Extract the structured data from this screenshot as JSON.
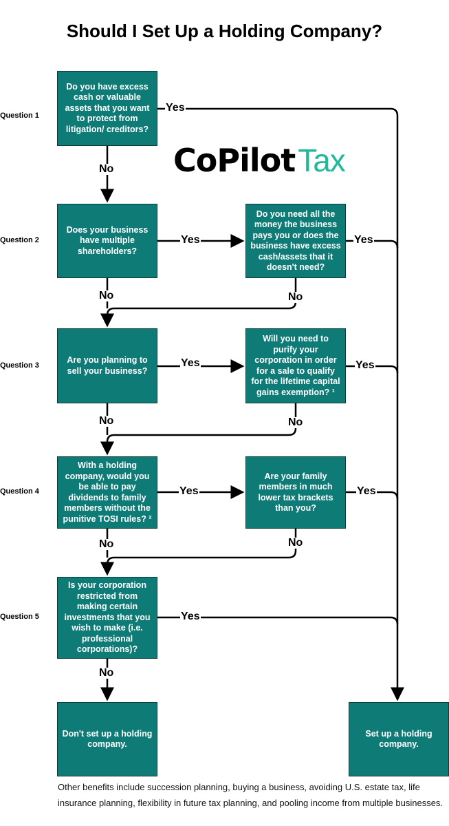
{
  "title": "Should I Set Up a Holding Company?",
  "logo": {
    "part1": "CoPilot",
    "part2": "Tax"
  },
  "colors": {
    "box": "#0f7b76",
    "logo_accent": "#1fb99b"
  },
  "questions": [
    "Question 1",
    "Question 2",
    "Question 3",
    "Question 4",
    "Question 5"
  ],
  "boxes": {
    "q1": "Do you have excess cash or valuable assets that you want to protect from litigation/ creditors?",
    "q2": "Does your business have multiple shareholders?",
    "q2b": "Do you need all the money the business pays you or does the business have excess cash/assets that it doesn't need?",
    "q3": "Are you planning to sell your business?",
    "q3b": "Will you need to purify your corporation in order for a sale to qualify for the lifetime capital gains exemption? ¹",
    "q4": "With a holding company, would you be able to pay dividends to family members without the punitive TOSI rules? ²",
    "q4b": "Are your family members in much lower tax brackets than you?",
    "q5": "Is your corporation restricted from making certain investments that you wish to make (i.e. professional corporations)?",
    "no_result": "Don't set up a holding company.",
    "yes_result": "Set up a holding company."
  },
  "labels": {
    "yes": "Yes",
    "no": "No"
  },
  "footnote": "Other benefits include succession planning, buying a business, avoiding U.S. estate tax, life insurance planning, flexibility in future tax planning, and pooling income from multiple businesses."
}
